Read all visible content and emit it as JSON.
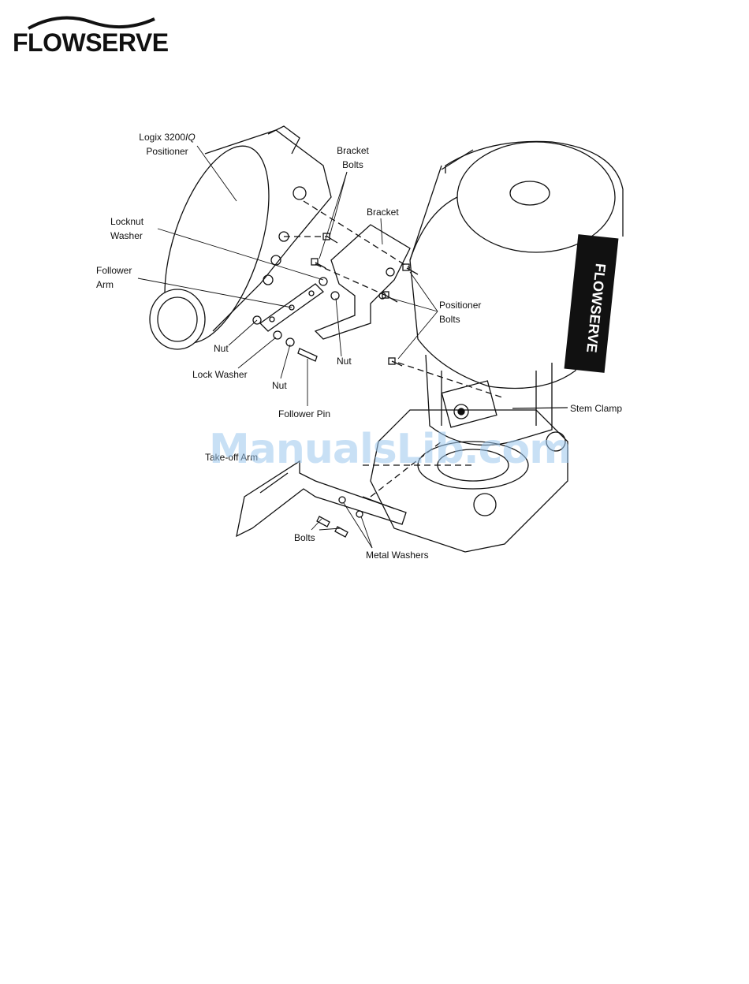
{
  "brand": {
    "logo_text": "FLOWSERVE",
    "actuator_text": "FLOWSERVE"
  },
  "labels": {
    "positioner_line1": "Logix 3200",
    "positioner_line1_italic": "IQ",
    "positioner_line2": "Positioner",
    "bracket_bolts_line1": "Bracket",
    "bracket_bolts_line2": "Bolts",
    "bracket": "Bracket",
    "locknut_line1": "Locknut",
    "locknut_line2": "Washer",
    "follower_arm_line1": "Follower",
    "follower_arm_line2": "Arm",
    "positioner_bolts_line1": "Positioner",
    "positioner_bolts_line2": "Bolts",
    "nut_left": "Nut",
    "nut_right": "Nut",
    "lock_washer": "Lock Washer",
    "nut_bottom": "Nut",
    "follower_pin": "Follower Pin",
    "stem_clamp": "Stem Clamp",
    "takeoff_arm": "Take-off Arm",
    "bolts": "Bolts",
    "metal_washers": "Metal Washers"
  },
  "watermark": "ManualsLib.com"
}
